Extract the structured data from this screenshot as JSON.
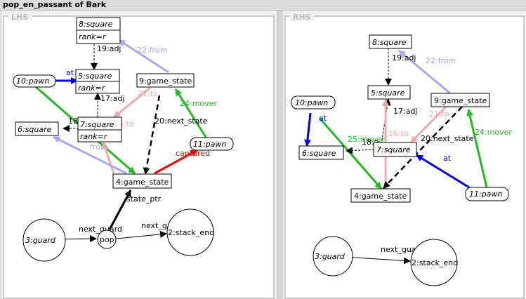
{
  "window": {
    "title": "pop_en_passant of Bark"
  },
  "lhs": {
    "title": "LHS",
    "nodes": {
      "n8": {
        "line1": "8:square",
        "line2": "rank=r"
      },
      "n5": {
        "line1": "5:square",
        "line2": "rank=r"
      },
      "n10": "10:pawn",
      "n9": "9:game_state",
      "n7": {
        "line1": "7:square",
        "line2": "rank=r"
      },
      "n6": "6:square",
      "n11": "11:pawn",
      "n4": "4:game_state",
      "n3": "3:guard",
      "pop": "pop",
      "n2": "2:stack_end"
    },
    "edges": {
      "adj19": "19:adj",
      "from22": "22:from",
      "at": "at",
      "to21": "21:to",
      "adj17": "17:adj",
      "mover24": "24:mover",
      "e18": "18:",
      "to16": "16:to",
      "next20": "20:next_state",
      "from": "from",
      "captured": "captured",
      "state_ptr": "state_ptr",
      "next_guard": "next_guard",
      "next_g": "next_g"
    }
  },
  "rhs": {
    "title": "RHS",
    "nodes": {
      "n8": "8:square",
      "n5": "5:square",
      "n10": "10:pawn",
      "n9": "9:game_state",
      "n6": "6:square",
      "n7": "7:square",
      "n4": "4:game_state",
      "n11": "11:pawn",
      "n3": "3:guard",
      "n2": "2:stack_end"
    },
    "edges": {
      "adj19": "19:adj",
      "from22": "22:from",
      "at10": "at",
      "adj17": "17:adj",
      "to21": "21:to",
      "mover25": "25:mover",
      "e18": "18:a",
      "to16": "16:to",
      "next20": "20:next_state",
      "mover24": "24:mover",
      "at11": "at",
      "next_gua": "next_gua"
    }
  },
  "colors": {
    "black": "#000000",
    "blue": "#0000dd",
    "green": "#22bb22",
    "pink": "#f0a8a8",
    "lavender": "#a8a8f0",
    "red": "#ee0000"
  }
}
